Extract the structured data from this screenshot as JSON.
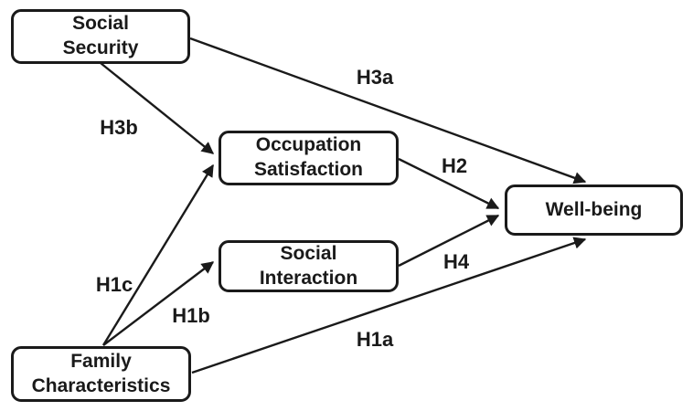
{
  "diagram": {
    "background_color": "#ffffff",
    "line_color": "#1a1a1a",
    "nodes": [
      {
        "id": "social-security",
        "label": "Social\nSecurity"
      },
      {
        "id": "occupation-satisfaction",
        "label": "Occupation\nSatisfaction"
      },
      {
        "id": "social-interaction",
        "label": "Social\nInteraction"
      },
      {
        "id": "well-being",
        "label": "Well-being"
      },
      {
        "id": "family-characteristics",
        "label": "Family\nCharacteristics"
      }
    ],
    "edges": [
      {
        "id": "h3a",
        "label": "H3a",
        "from": "social-security",
        "to": "well-being"
      },
      {
        "id": "h3b",
        "label": "H3b",
        "from": "social-security",
        "to": "occupation-satisfaction"
      },
      {
        "id": "h2",
        "label": "H2",
        "from": "occupation-satisfaction",
        "to": "well-being"
      },
      {
        "id": "h4",
        "label": "H4",
        "from": "social-interaction",
        "to": "well-being"
      },
      {
        "id": "h1a",
        "label": "H1a",
        "from": "family-characteristics",
        "to": "well-being"
      },
      {
        "id": "h1b",
        "label": "H1b",
        "from": "family-characteristics",
        "to": "social-interaction"
      },
      {
        "id": "h1c",
        "label": "H1c",
        "from": "family-characteristics",
        "to": "occupation-satisfaction"
      }
    ]
  }
}
